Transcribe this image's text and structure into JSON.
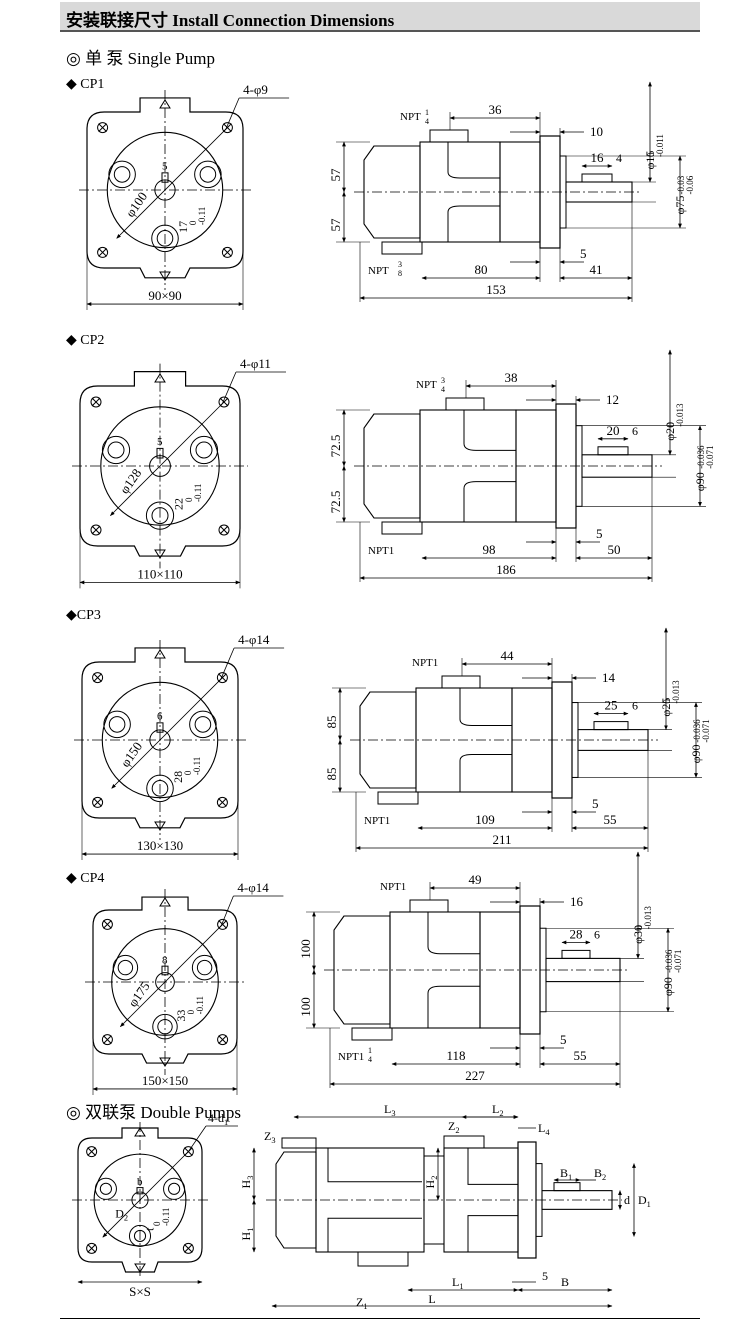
{
  "header": {
    "title": "安装联接尺寸 Install Connection Dimensions"
  },
  "single_section": {
    "marker": "◎",
    "title": "单  泵 Single Pump"
  },
  "double_section": {
    "marker": "◎",
    "title": "双联泵 Double Pumps"
  },
  "models": [
    {
      "label": "◆ CP1",
      "front": {
        "holes": "4-φ9",
        "pcd": "φ100",
        "key": "5",
        "shaft_h": "17",
        "tol_top": "0",
        "tol_bot": "-0.11",
        "size": "90×90"
      },
      "side": {
        "port_top": "NPT",
        "port_top_frac_n": "1",
        "port_top_frac_d": "4",
        "port_bot": "NPT",
        "port_bot_frac_n": "3",
        "port_bot_frac_d": "8",
        "top_dim": "36",
        "flange_dim": "10",
        "key_len": "16",
        "key_w": "4",
        "h_upper": "57",
        "h_lower": "57",
        "shaft_d": "φ15",
        "shaft_tol_top": "0",
        "shaft_tol_bot": "-0.011",
        "pilot_d": "φ75",
        "pilot_tol_top": "-0.03",
        "pilot_tol_bot": "-0.06",
        "step": "5",
        "shaft_len": "41",
        "body_len": "80",
        "total_len": "153"
      }
    },
    {
      "label": "◆ CP2",
      "front": {
        "holes": "4-φ11",
        "pcd": "φ128",
        "key": "5",
        "shaft_h": "22",
        "tol_top": "0",
        "tol_bot": "-0.11",
        "size": "110×110"
      },
      "side": {
        "port_top": "NPT",
        "port_top_frac_n": "3",
        "port_top_frac_d": "4",
        "port_bot": "NPT1",
        "port_bot_frac_n": "",
        "port_bot_frac_d": "",
        "top_dim": "38",
        "flange_dim": "12",
        "key_len": "20",
        "key_w": "6",
        "h_upper": "72.5",
        "h_lower": "72.5",
        "shaft_d": "φ20",
        "shaft_tol_top": "0",
        "shaft_tol_bot": "-0.013",
        "pilot_d": "φ90",
        "pilot_tol_top": "-0.036",
        "pilot_tol_bot": "-0.071",
        "step": "5",
        "shaft_len": "50",
        "body_len": "98",
        "total_len": "186"
      }
    },
    {
      "label": "◆CP3",
      "front": {
        "holes": "4-φ14",
        "pcd": "φ150",
        "key": "6",
        "shaft_h": "28",
        "tol_top": "0",
        "tol_bot": "-0.11",
        "size": "130×130"
      },
      "side": {
        "port_top": "NPT1",
        "port_top_frac_n": "",
        "port_top_frac_d": "",
        "port_bot": "NPT1",
        "port_bot_frac_n": "",
        "port_bot_frac_d": "",
        "top_dim": "44",
        "flange_dim": "14",
        "key_len": "25",
        "key_w": "6",
        "h_upper": "85",
        "h_lower": "85",
        "shaft_d": "φ25",
        "shaft_tol_top": "0",
        "shaft_tol_bot": "-0.013",
        "pilot_d": "φ90",
        "pilot_tol_top": "-0.036",
        "pilot_tol_bot": "-0.071",
        "step": "5",
        "shaft_len": "55",
        "body_len": "109",
        "total_len": "211"
      }
    },
    {
      "label": "◆ CP4",
      "front": {
        "holes": "4-φ14",
        "pcd": "φ175",
        "key": "8",
        "shaft_h": "33",
        "tol_top": "0",
        "tol_bot": "-0.11",
        "size": "150×150"
      },
      "side": {
        "port_top": "NPT1",
        "port_top_frac_n": "",
        "port_top_frac_d": "",
        "port_bot": "NPT1",
        "port_bot_frac_n": "1",
        "port_bot_frac_d": "4",
        "top_dim": "49",
        "flange_dim": "16",
        "key_len": "28",
        "key_w": "6",
        "h_upper": "100",
        "h_lower": "100",
        "shaft_d": "φ30",
        "shaft_tol_top": "0",
        "shaft_tol_bot": "-0.013",
        "pilot_d": "φ90",
        "pilot_tol_top": "-0.036",
        "pilot_tol_bot": "-0.071",
        "step": "5",
        "shaft_len": "55",
        "body_len": "118",
        "total_len": "227"
      }
    }
  ],
  "double": {
    "front": {
      "holes": "4-d",
      "holes_sub": "1",
      "key": "b",
      "pcd": "D",
      "pcd_sub": "2",
      "shaft_h": "t",
      "tol_top": "0",
      "tol_bot": "-0.11",
      "size": "S×S"
    },
    "side": {
      "L3": "L",
      "L3_sub": "3",
      "L2": "L",
      "L2_sub": "2",
      "L4": "L",
      "L4_sub": "4",
      "Z3": "Z",
      "Z3_sub": "3",
      "Z2": "Z",
      "Z2_sub": "2",
      "Z1": "Z",
      "Z1_sub": "1",
      "H3": "H",
      "H3_sub": "3",
      "H2": "H",
      "H2_sub": "2",
      "H1": "H",
      "H1_sub": "1",
      "B1": "B",
      "B1_sub": "1",
      "B2": "B",
      "B2_sub": "2",
      "d": "d",
      "D1": "D",
      "D1_sub": "1",
      "step": "5",
      "B": "B",
      "L1": "L",
      "L1_sub": "1",
      "L": "L"
    }
  }
}
